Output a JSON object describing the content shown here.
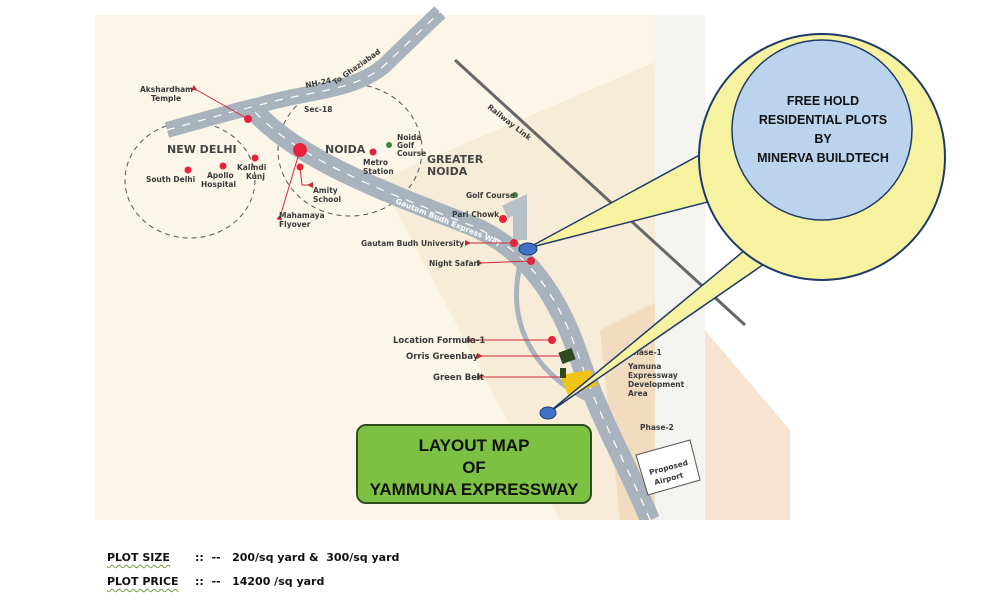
{
  "map": {
    "roads": {
      "nh24": "NH-24",
      "to_ghaziabad": "To Ghaziabad",
      "railway": "Railway Link",
      "expressway": "Gautam Budh Express Way"
    },
    "regions": {
      "new_delhi": "NEW DELHI",
      "noida": "NOIDA",
      "greater_noida_1": "GREATER",
      "greater_noida_2": "NOIDA"
    },
    "places": {
      "akshardham_1": "Akshardham",
      "akshardham_2": "Temple",
      "sec18": "Sec-18",
      "south_delhi": "South  Delhi",
      "apollo_1": "Apollo",
      "apollo_2": "Hospital",
      "kalindi_1": "Kalindi",
      "kalindi_2": "Kunj",
      "amity_1": "Amity",
      "amity_2": "School",
      "mahamaya_1": "Mahamaya",
      "mahamaya_2": "Flyover",
      "metro_1": "Metro",
      "metro_2": "Station",
      "golf_noida_1": "Noida",
      "golf_noida_2": "Golf",
      "golf_noida_3": "Course",
      "golf_course": "Golf Course",
      "pari_chowk": "Pari Chowk",
      "gbu": "Gautam Budh University",
      "night_safari": "Night Safari",
      "formula1": "Location Formula-1",
      "orris": "Orris Greenbay",
      "green_belt": "Green Belt",
      "phase1": "Phase-1",
      "yeda_1": "Yamuna",
      "yeda_2": "Expressway",
      "yeda_3": "Development",
      "yeda_4": "Area",
      "phase2": "Phase-2",
      "airport_1": "Proposed",
      "airport_2": "Airport"
    },
    "colors": {
      "road": "#a9b3bd",
      "marker": "#e8223a",
      "green_marker": "#3a8a3a",
      "callout": "#f6f2a0",
      "callout_inner": "#bcd3ee",
      "title_bg": "#7dc142"
    }
  },
  "callout": {
    "line1": "FREE HOLD",
    "line2": "RESIDENTIAL PLOTS",
    "line3": "BY",
    "line4": "MINERVA BUILDTECH"
  },
  "title": {
    "line1": "LAYOUT MAP",
    "line2": "OF",
    "line3": "YAMMUNA EXPRESSWAY"
  },
  "info": {
    "plot_size_label": "PLOT SIZE",
    "plot_size_value": "::  --   200/sq yard &  300/sq yard",
    "plot_price_label": "PLOT PRICE",
    "plot_price_value": "::  --   14200 /sq yard"
  }
}
